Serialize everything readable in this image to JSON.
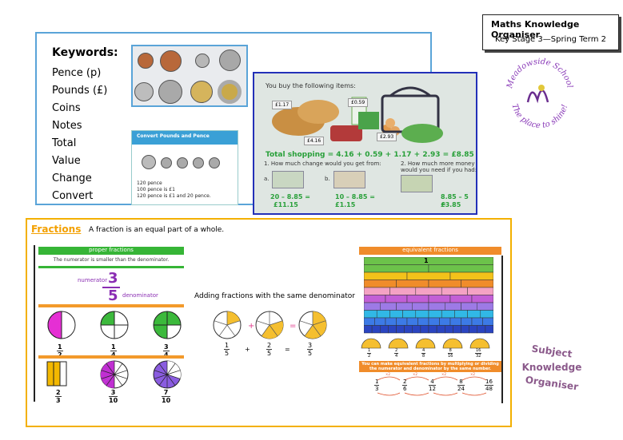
{
  "header": {
    "title": "Maths Knowledge Organiser",
    "subtitle": "Key Stage 3—Spring Term 2"
  },
  "keywords": {
    "title": "Keywords:",
    "items": [
      "Pence (p)",
      "Pounds (£)",
      "Coins",
      "Notes",
      "Total",
      "Value",
      "Change",
      "Convert"
    ]
  },
  "convert_card": {
    "title": "Convert Pounds and Pence",
    "lines": [
      "120 pence",
      "100 pence is £1",
      "120 pence is £1 and 20 pence."
    ]
  },
  "shopping": {
    "question": "You buy the following items:",
    "prices": [
      "£1.17",
      "£0.59",
      "£4.16",
      "£2.93"
    ],
    "total": "Total shopping = 4.16 + 0.59 + 1.17 + 2.93 = £8.85",
    "q1": "1.  How much change would you get from:",
    "q2": "2.  How much more money would you need if you had:",
    "opt_a": "a.",
    "opt_b": "b.",
    "calc_a": "20 – 8.85 =",
    "ans_a": "£11.15",
    "calc_b": "10 – 8.85 =",
    "ans_b": "£1.15",
    "calc_c": "8.85 – 5 =",
    "ans_c": "£3.85"
  },
  "logo": {
    "school": "Meadowside School",
    "motto": "The place to shine!"
  },
  "fractions": {
    "title": "Fractions",
    "definition": "A fraction is an equal part of a whole.",
    "proper_title": "proper fractions",
    "proper_rule": "The numerator is smaller than the denominator.",
    "numerator_label": "numerator",
    "denominator_label": "denominator",
    "big_num": "3",
    "big_den": "5",
    "examples_row1": [
      {
        "n": "1",
        "d": "2"
      },
      {
        "n": "1",
        "d": "4"
      },
      {
        "n": "3",
        "d": "4"
      }
    ],
    "examples_row2": [
      {
        "n": "2",
        "d": "3"
      },
      {
        "n": "3",
        "d": "10"
      },
      {
        "n": "7",
        "d": "10"
      }
    ],
    "adding_title": "Adding fractions with the same denominator",
    "add_a": {
      "n": "1",
      "d": "5"
    },
    "add_b": {
      "n": "2",
      "d": "5"
    },
    "add_c": {
      "n": "3",
      "d": "5"
    },
    "plus": "+",
    "equals": "=",
    "equiv_title": "equivalent fractions",
    "equiv_whole": "1",
    "equiv_note": "You can make equivalent fractions by multiplying or dividing the numerator and denominator by the same number.",
    "equiv_semis": [
      {
        "n": "1",
        "d": "2"
      },
      {
        "n": "2",
        "d": "4"
      },
      {
        "n": "4",
        "d": "8"
      },
      {
        "n": "8",
        "d": "16"
      },
      {
        "n": "16",
        "d": "32"
      }
    ],
    "equiv_chain": [
      {
        "n": "1",
        "d": "3"
      },
      {
        "n": "2",
        "d": "6"
      },
      {
        "n": "4",
        "d": "12"
      },
      {
        "n": "8",
        "d": "24"
      },
      {
        "n": "16",
        "d": "48"
      }
    ],
    "x2": "×2"
  },
  "side_label": [
    "Subject",
    "Knowledge",
    "Organiser"
  ]
}
